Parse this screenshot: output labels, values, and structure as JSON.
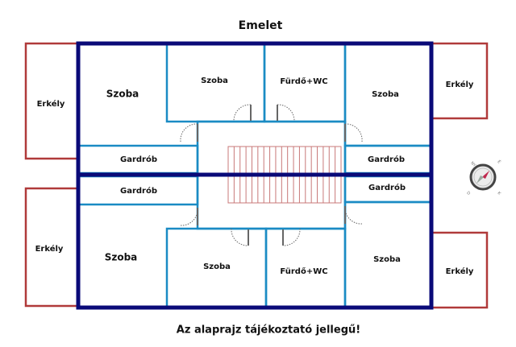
{
  "title": "Emelet",
  "footer": "Az alaprajz tájékoztató jellegű!",
  "colors": {
    "outer_wall": "#0a0a78",
    "inner_wall": "#1a8bc4",
    "balcony": "#b03a3a",
    "stairs": "#c87878"
  },
  "rooms": {
    "top_left_room": "Szoba",
    "top_mid_room": "Szoba",
    "top_bath": "Fürdő+WC",
    "top_right_room": "Szoba",
    "top_left_wardrobe": "Gardrób",
    "top_right_wardrobe": "Gardrób",
    "bottom_left_wardrobe": "Gardrób",
    "bottom_right_wardrobe": "Gardrób",
    "bottom_left_room": "Szoba",
    "bottom_mid_room": "Szoba",
    "bottom_bath": "Fürdő+WC",
    "bottom_right_room": "Szoba"
  },
  "balconies": {
    "top_left": "Erkély",
    "bottom_left": "Erkély",
    "top_right": "Erkély",
    "bottom_right": "Erkély"
  },
  "compass": {
    "icon": "compass-icon",
    "labels": [
      "NY",
      "É",
      "D",
      "K"
    ]
  }
}
